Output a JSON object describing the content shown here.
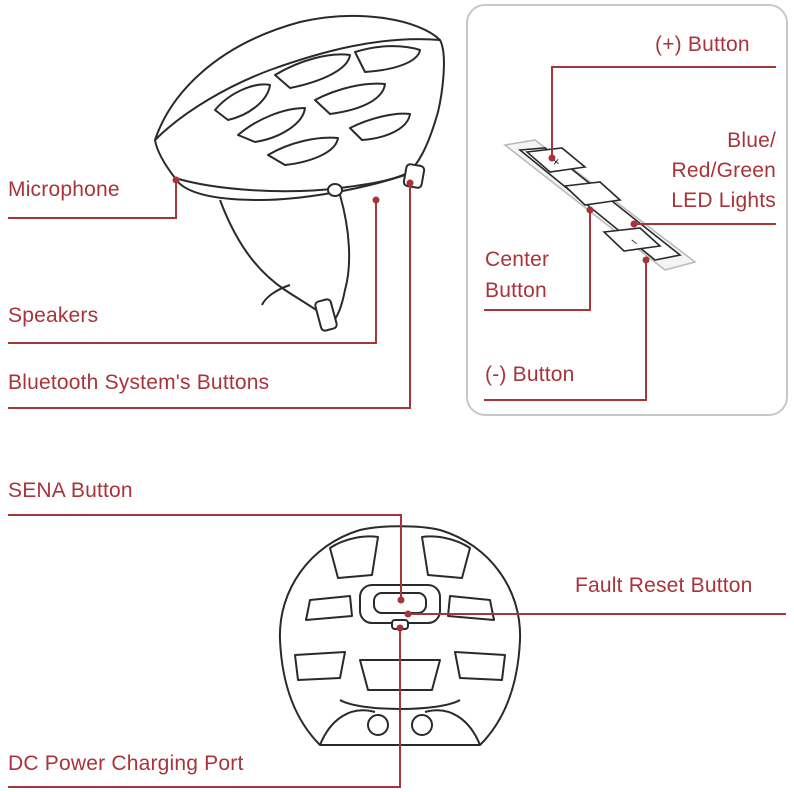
{
  "side_view": {
    "labels": {
      "microphone": "Microphone",
      "speakers": "Speakers",
      "bluetooth_buttons": "Bluetooth System's Buttons"
    }
  },
  "button_panel": {
    "labels": {
      "plus_button": "(+) Button",
      "led_line1": "Blue/",
      "led_line2": "Red/Green",
      "led_line3": "LED Lights",
      "center_line1": "Center",
      "center_line2": "Button",
      "minus_button": "(-) Button"
    },
    "glyphs": {
      "plus": "+",
      "minus": "−"
    }
  },
  "rear_view": {
    "labels": {
      "sena_button": "SENA Button",
      "fault_reset": "Fault Reset Button",
      "dc_port": "DC Power Charging Port"
    }
  },
  "colors": {
    "callout": "#a8343a",
    "outline": "#2a2a2a",
    "panel_border": "#c8c8c8"
  }
}
